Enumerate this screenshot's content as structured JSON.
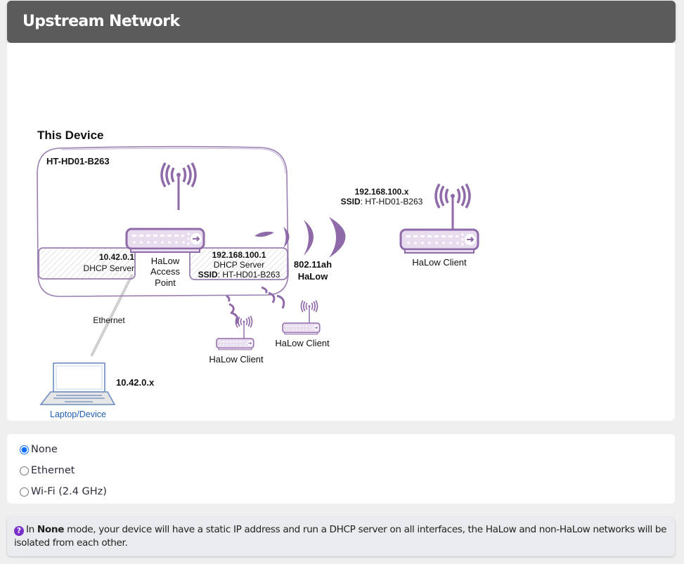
{
  "header": {
    "title": "Upstream Network"
  },
  "diagram": {
    "this_device_label": "This Device",
    "device_hostname": "HT-HD01-B263",
    "eth_server": {
      "ip": "10.42.0.1",
      "role": "DHCP Server"
    },
    "access_point": {
      "line1": "HaLow",
      "line2": "Access",
      "line3": "Point"
    },
    "halow_server": {
      "ip": "192.168.100.1",
      "role": "DHCP Server",
      "ssid_label": "SSID",
      "ssid_value": ": HT-HD01-B263"
    },
    "link_label": {
      "line1": "802.11ah",
      "line2": "HaLow"
    },
    "remote_client": {
      "ip": "192.168.100.x",
      "ssid_label": "SSID",
      "ssid_value": ": HT-HD01-B263",
      "label": "HaLow Client"
    },
    "client_small_1": {
      "label": "HaLow Client"
    },
    "client_small_2": {
      "label": "HaLow Client"
    },
    "ethernet_label": "Ethernet",
    "laptop": {
      "ip": "10.42.0.x",
      "label": "Laptop/Device"
    },
    "colors": {
      "purple": "#8f6aa8",
      "purple_light": "#e8dcef",
      "laptop_blue": "#6b8cc0",
      "laptop_label": "#1f5fb0"
    }
  },
  "upstream_options": {
    "selected": "None",
    "items": [
      {
        "label": "None",
        "checked": true
      },
      {
        "label": "Ethernet",
        "checked": false
      },
      {
        "label": "Wi-Fi (2.4 GHz)",
        "checked": false
      }
    ]
  },
  "info": {
    "icon": "question-circle-icon",
    "prefix": "In ",
    "mode": "None",
    "text": " mode, your device will have a static IP address and run a DHCP server on all interfaces, the HaLow and non-HaLow networks will be isolated from each other."
  }
}
